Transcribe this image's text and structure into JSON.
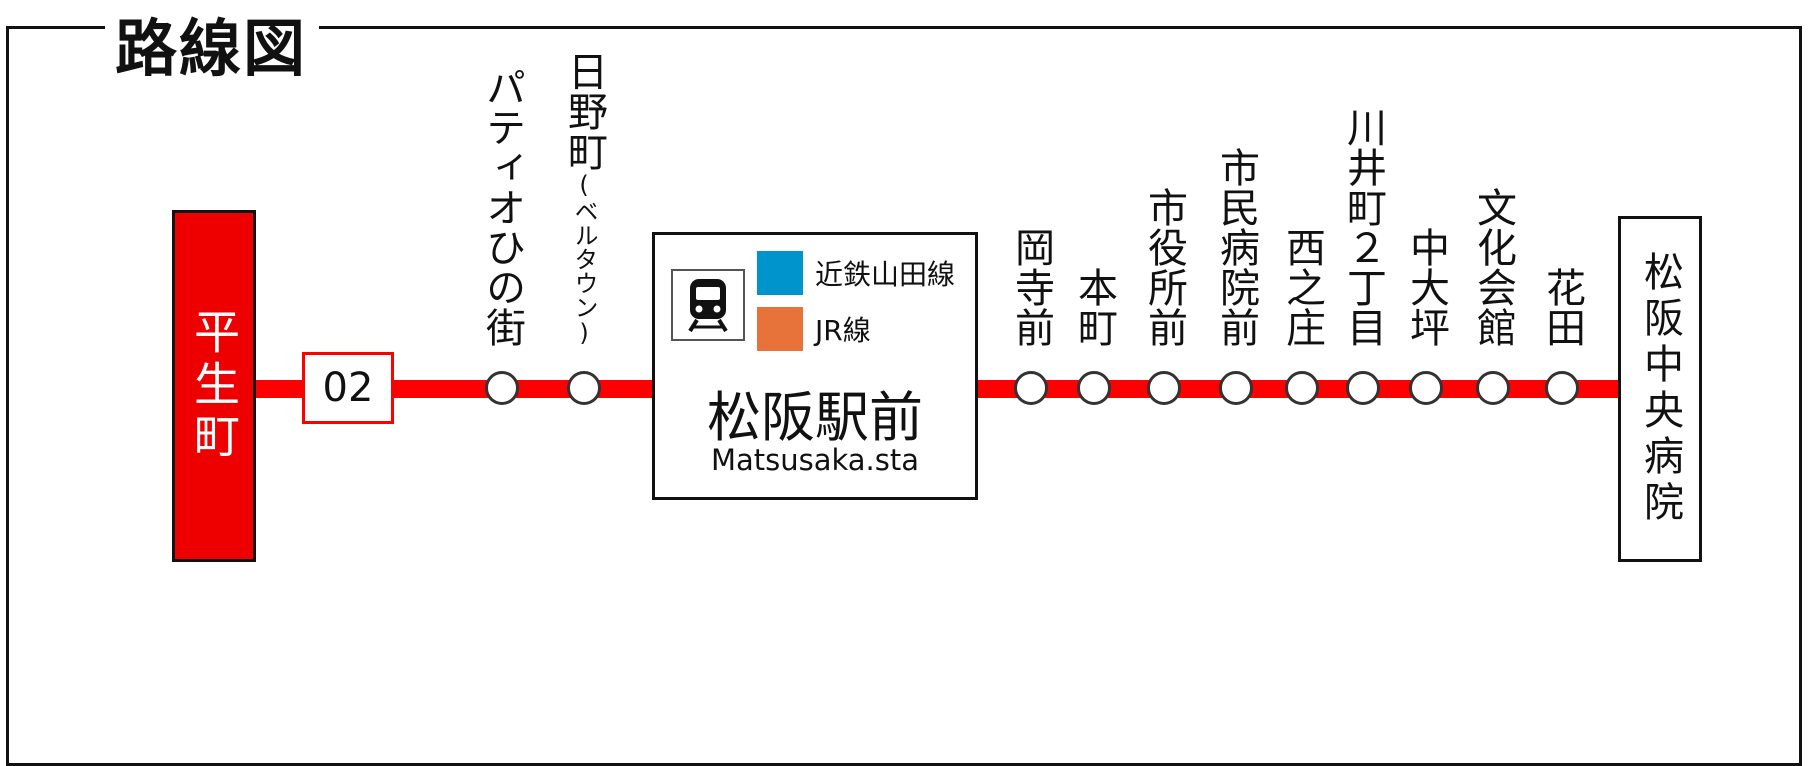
{
  "title": "路線図",
  "line_color": "#ff0000",
  "origin": {
    "name": "平生町",
    "color": "#ee0000"
  },
  "route_number": "02",
  "stops_before_hub": [
    {
      "name": "パティオひの街",
      "note": ""
    },
    {
      "name": "日野町",
      "note": "(ベルタウン)"
    }
  ],
  "hub": {
    "name": "松阪駅前",
    "name_en": "Matsusaka.sta",
    "icon": "train-icon",
    "lines": [
      {
        "label": "近鉄山田線",
        "color": "#0094cc"
      },
      {
        "label": "JR線",
        "color": "#e8733a"
      }
    ]
  },
  "stops_after_hub": [
    {
      "name": "岡寺前"
    },
    {
      "name": "本町"
    },
    {
      "name": "市役所前"
    },
    {
      "name": "市民病院前"
    },
    {
      "name": "西之庄"
    },
    {
      "name": "川井町２丁目"
    },
    {
      "name": "中大坪"
    },
    {
      "name": "文化会館"
    },
    {
      "name": "花田"
    }
  ],
  "destination": {
    "name": "松阪中央病院"
  }
}
